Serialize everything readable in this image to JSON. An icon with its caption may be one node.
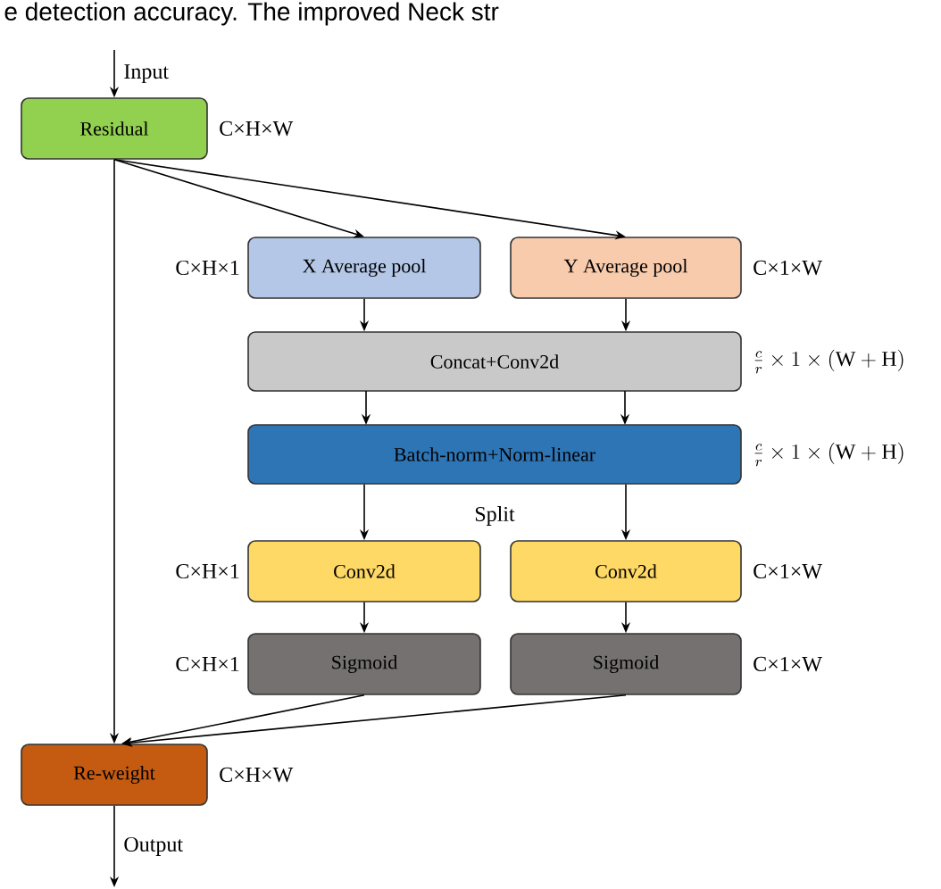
{
  "diagram": {
    "nodes": [
      {
        "text": [
          "Residual"
        ],
        "beside": [
          "C×H×W"
        ]
      },
      {
        "text": [
          "X Average  pool"
        ],
        "beside": [
          "C×H×1"
        ]
      },
      {
        "text": [
          "Y Average  pool"
        ],
        "beside": [
          "C×1×W"
        ]
      },
      {
        "text": [
          "Concat+Conv2d"
        ],
        "beside": [
          "\\frac{c}{r}\\times 1\\times (\\mathrm{W}+\\mathrm{H})"
        ]
      },
      {
        "text": [
          "Batch-norm+Norm-linear"
        ],
        "beside": [
          "\\frac{c}{r}\\times 1\\times (\\mathrm{W}+\\mathrm{H})"
        ]
      },
      {
        "text": [
          "Conv2d"
        ],
        "beside": [
          "C×H×1"
        ]
      },
      {
        "text": [
          "Conv2d"
        ],
        "beside": [
          "C×1×W"
        ]
      },
      {
        "text": [
          "Sigmoid"
        ],
        "beside": [
          "C×H×1"
        ]
      },
      {
        "text": [
          "Sigmoid"
        ],
        "beside": [
          "C×1×W"
        ]
      },
      {
        "text": [
          "Re-weight"
        ],
        "beside": [
          "C×H×W"
        ]
      }
    ],
    "edges": [
      {
        "from": null,
        "to": 0,
        "arrow": "to",
        "label": "Input"
      },
      {
        "from": 0,
        "to": 1,
        "arrow": "to"
      },
      {
        "from": 0,
        "to": 2,
        "arrow": "to"
      },
      {
        "from": 0,
        "to": 9,
        "arrow": "to"
      },
      {
        "from": 1,
        "to": 3,
        "arrow": "to"
      },
      {
        "from": 2,
        "to": 3,
        "arrow": "to"
      },
      {
        "from": 3,
        "to": 4,
        "arrow": "to"
      },
      {
        "from": 3,
        "to": 4,
        "arrow": "to"
      },
      {
        "from": 4,
        "to": 5,
        "arrow": "to"
      },
      {
        "from": 4,
        "to": 6,
        "arrow": "to"
      },
      {
        "from": 5,
        "to": 7,
        "arrow": "to"
      },
      {
        "from": 6,
        "to": 8,
        "arrow": "to"
      },
      {
        "from": 7,
        "to": 9,
        "arrow": "to"
      },
      {
        "from": 8,
        "to": 9,
        "arrow": "to"
      },
      {
        "from": 9,
        "to": null,
        "arrow": "to",
        "label": "Output"
      }
    ],
    "labels": [
      "e detection accuracy. The improved Neck str",
      "Split"
    ]
  }
}
